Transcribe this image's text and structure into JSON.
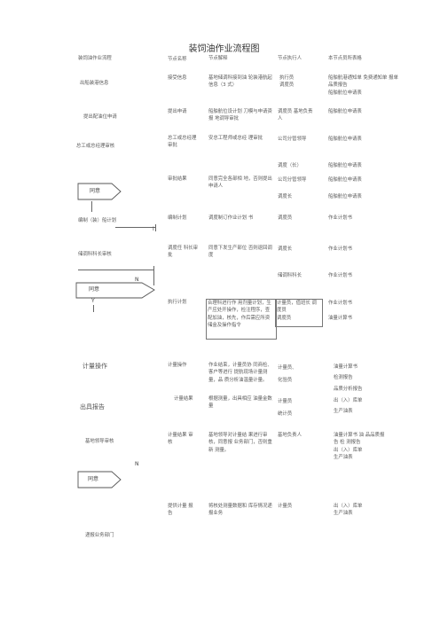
{
  "title": "装饲油作业流程图",
  "headers": {
    "flow": "装饲油作业流程",
    "node_name": "节点名称",
    "node_desc": "节点解释",
    "executor": "节点执行人",
    "forms": "本节点员所表格"
  },
  "flow_labels": {
    "receive": "出船装港信息",
    "prepare": "提出配油位申请",
    "approve": "总工或总经理审核",
    "decision1": "同意",
    "dispatch": "编制（装）船计划",
    "dept_chief": "储调科科长审核",
    "decision2": "同意",
    "y1": "Y",
    "n1": "N",
    "n2": "N",
    "measure": "计量操作",
    "report": "出具报告",
    "confirm": "基地领导审核",
    "decision3": "同意",
    "archive": "递报业务部门"
  },
  "rows": [
    {
      "name": "接受信息",
      "desc": "基地储调科接到油 轮装港航起信息（3 式）",
      "exec": "执行员\n调度员",
      "form": "船舶航港通知单 免费通知单 报单\n品质报告\n船舶航位申请表"
    },
    {
      "name": "提出申请",
      "desc": "船舶航位设计划 刀模与申请资报 地调导审批",
      "exec": "调度员 基地负责人",
      "form": "船舶航位申请表"
    },
    {
      "name": "总工或总经理审批",
      "desc": "安总工程师或总经 理审批",
      "exec": "公司分管领导",
      "form": "船舶航位申请表"
    },
    {
      "name": "",
      "desc": "",
      "exec": "调度（长）",
      "form": "船舶航位申请表"
    },
    {
      "name": "审批结果",
      "desc": "同意完全各部相 地，否则提出申请人",
      "exec": "公司分管领导",
      "form": "船舶航位申请表"
    },
    {
      "name": "",
      "desc": "",
      "exec": "调度长",
      "form": "船舶航位申请表"
    },
    {
      "name": "编制计划",
      "desc": "调度制订作业计划 书",
      "exec": "调度员",
      "form": "作业计划书"
    },
    {
      "name": "调度任 科长审批",
      "desc": "同意下发生产部位 否则退回调度",
      "exec": "调度长",
      "form": "作业计划书"
    },
    {
      "name": "",
      "desc": "",
      "exec": "储调科科长",
      "form": "作业计划书"
    },
    {
      "name": "执行计划",
      "desc": "合理科进行作 用剂量计划，生产应处开操作，检注程序，查配加油，核先，作后需应所资储金及操作指令",
      "exec": "计量员，值班长 调度员\n调度员",
      "form": "作业计划书\n\n油量计算书"
    },
    {
      "name": "计量操作",
      "desc": "作业结束，计量员协 同商检、客户等进行 提航现场计量测量，品 质分析油温量计量。",
      "exec": "计量员、\n化验员",
      "form": "油量计算书\n检测报告\n品质分析报告"
    },
    {
      "name": "计量结果",
      "desc": "根据测量，出具相应 油量金数量",
      "exec": "计量员\n统计员",
      "form": "出（入）库单\n生产油表"
    },
    {
      "name": "计量结果 审核",
      "desc": "基地领导对计量结 果进行审核，同意报 业务部门，否则重新 测量。",
      "exec": "基地负责人",
      "form": "油量计算书 油 品品质报告 检 测报告\n出（入）库单\n生产油表"
    },
    {
      "name": "提供计量 报告",
      "desc": "将核处测量数据和 库存情况递报业务",
      "exec": "计量员",
      "form": "出（入）库单\n生产油表"
    }
  ]
}
